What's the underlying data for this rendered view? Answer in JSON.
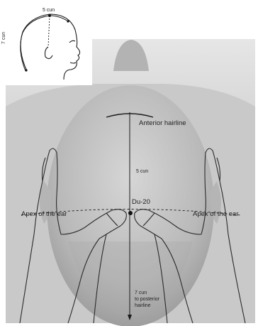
{
  "labels": {
    "inset_top": "5 cun",
    "inset_side": "7 cun",
    "anterior_hairline": "Anterior hairline",
    "mid_cun": "5 cun",
    "point_name": "Du-20",
    "apex_left": "Apex of the ear",
    "apex_right": "Apex of the ear",
    "posterior_line1": "7 cun",
    "posterior_line2": "to posterior",
    "posterior_line3": "hairline"
  },
  "colors": {
    "background": "#ffffff",
    "photo_bg": "#cfcfcf",
    "head": "#bdbdbd",
    "line": "#1a1a1a"
  }
}
